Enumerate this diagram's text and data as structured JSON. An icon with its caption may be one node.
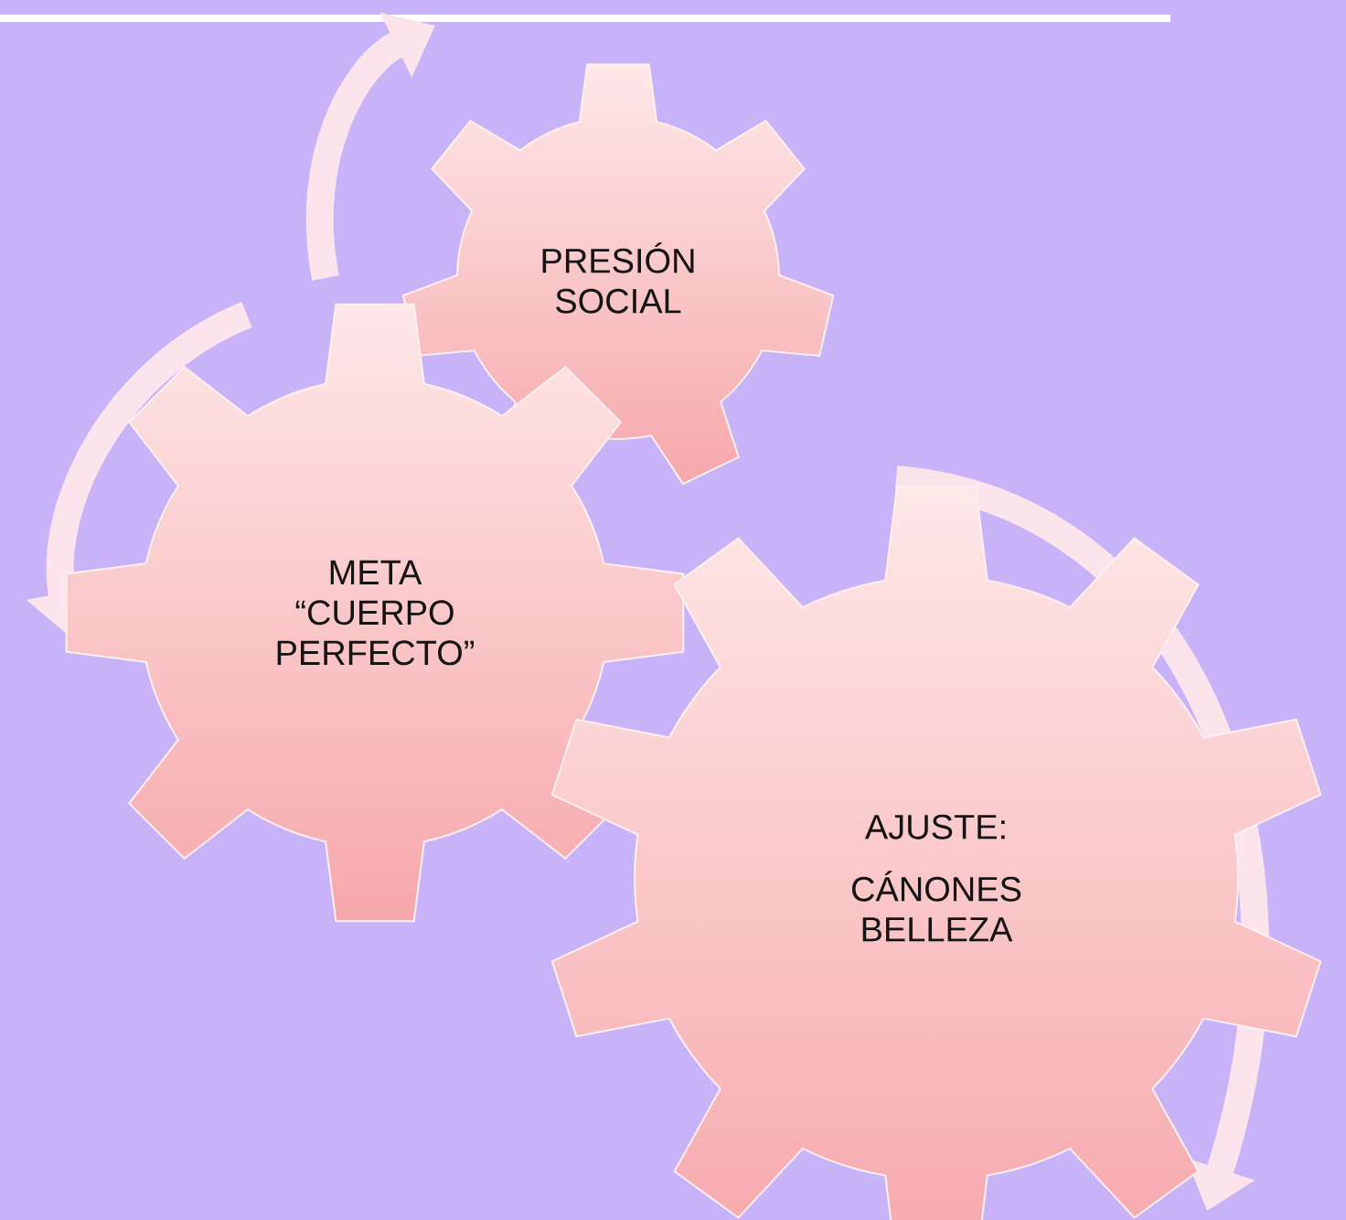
{
  "diagram": {
    "nodes": [
      {
        "text": [
          "PRESIÓN SOCIAL"
        ]
      },
      {
        "text": [
          "META “CUERPO PERFECTO”"
        ]
      },
      {
        "text": [
          "AJUSTE:",
          "CÁNONES BELLEZA"
        ]
      }
    ]
  }
}
